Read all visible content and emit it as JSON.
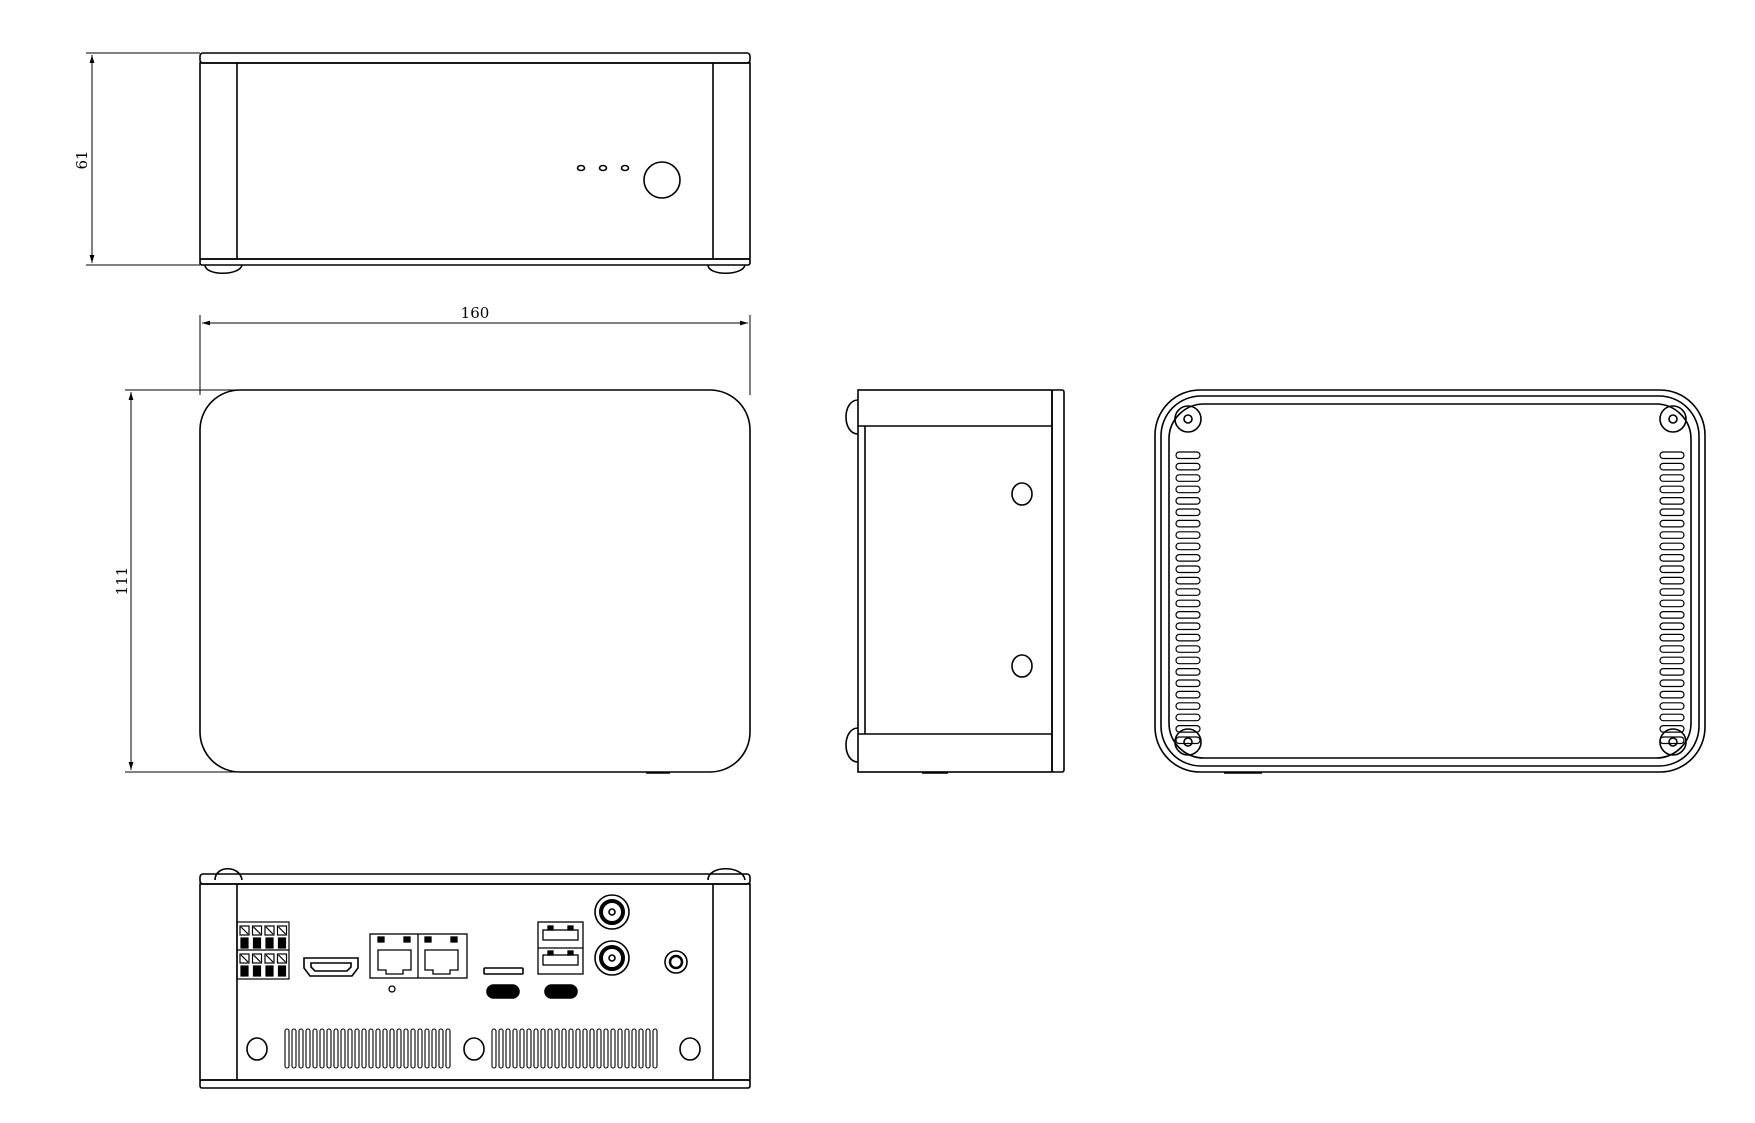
{
  "dimensions": {
    "height": "61",
    "width": "160",
    "depth": "111"
  },
  "colors": {
    "line": "#000000",
    "background": "#ffffff",
    "port_fill": "#000000"
  }
}
